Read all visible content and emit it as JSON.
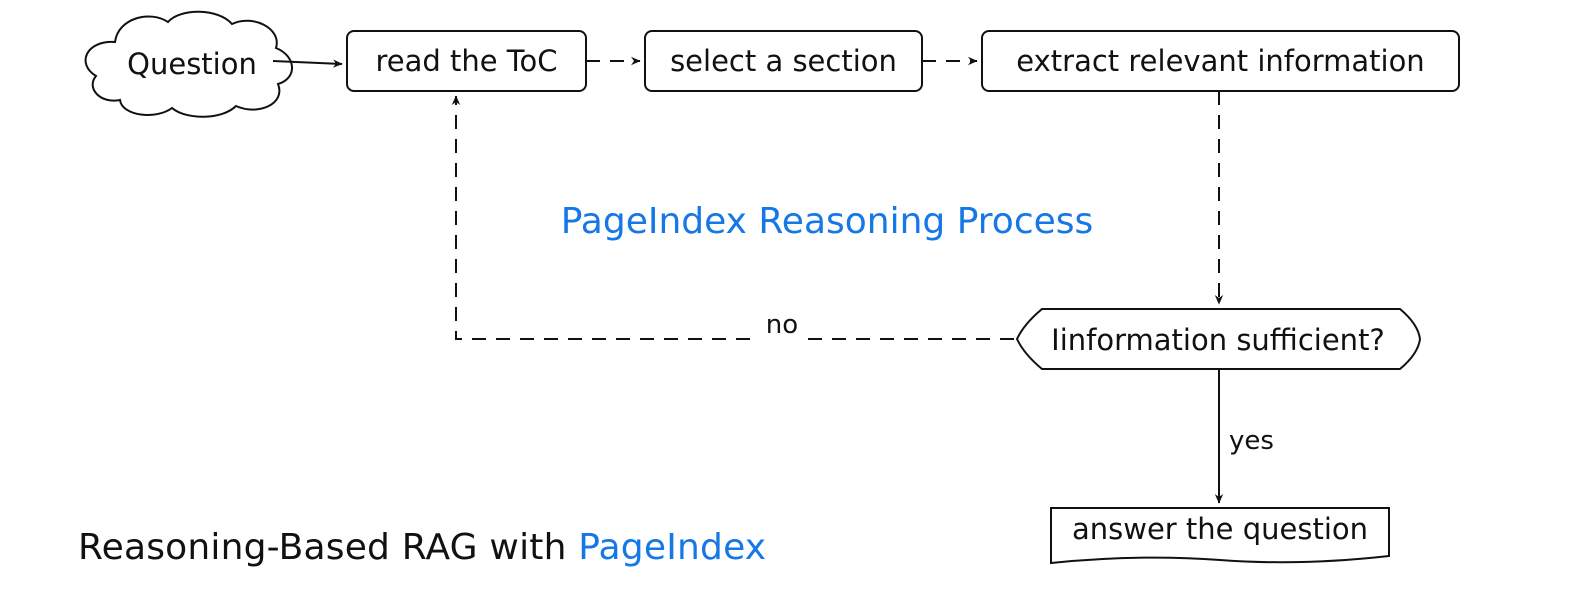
{
  "diagram": {
    "nodes": {
      "question": "Question",
      "read_toc": "read the ToC",
      "select_section": "select a section",
      "extract": "extract relevant information",
      "decision": "Iinformation sufficient?",
      "answer": "answer the question"
    },
    "edges": {
      "no_label": "no",
      "yes_label": "yes"
    },
    "process_title": "PageIndex Reasoning Process"
  },
  "footer": {
    "prefix": "Reasoning-Based RAG with ",
    "brand": "PageIndex"
  },
  "colors": {
    "accent": "#1677e6",
    "stroke": "#111111"
  }
}
